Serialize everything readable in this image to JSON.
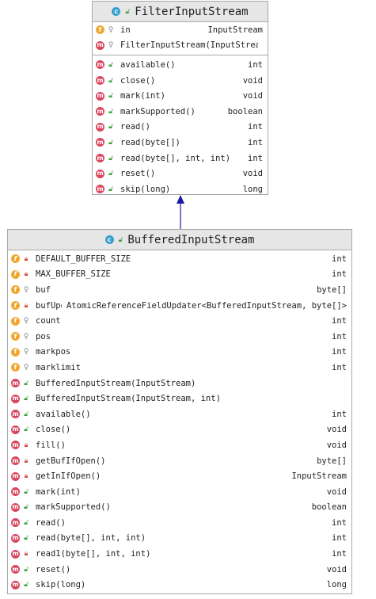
{
  "parent": {
    "name": "FilterInputStream",
    "fields": [
      {
        "icon": "f",
        "mod": "pkg",
        "name": "in",
        "type": "InputStream"
      }
    ],
    "constructors": [
      {
        "icon": "m",
        "mod": "pkg",
        "name": "FilterInputStream(InputStream)",
        "type": ""
      }
    ],
    "methods": [
      {
        "icon": "m",
        "mod": "pub",
        "name": "available()",
        "type": "int"
      },
      {
        "icon": "m",
        "mod": "pub",
        "name": "close()",
        "type": "void"
      },
      {
        "icon": "m",
        "mod": "pub",
        "name": "mark(int)",
        "type": "void"
      },
      {
        "icon": "m",
        "mod": "pub",
        "name": "markSupported()",
        "type": "boolean"
      },
      {
        "icon": "m",
        "mod": "pub",
        "name": "read()",
        "type": "int"
      },
      {
        "icon": "m",
        "mod": "pub",
        "name": "read(byte[])",
        "type": "int"
      },
      {
        "icon": "m",
        "mod": "pub",
        "name": "read(byte[], int, int)",
        "type": "int"
      },
      {
        "icon": "m",
        "mod": "pub",
        "name": "reset()",
        "type": "void"
      },
      {
        "icon": "m",
        "mod": "pub",
        "name": "skip(long)",
        "type": "long"
      }
    ]
  },
  "child": {
    "name": "BufferedInputStream",
    "members": [
      {
        "icon": "fs",
        "mod": "priv",
        "name": "DEFAULT_BUFFER_SIZE",
        "type": "int"
      },
      {
        "icon": "fs",
        "mod": "priv",
        "name": "MAX_BUFFER_SIZE",
        "type": "int"
      },
      {
        "icon": "f",
        "mod": "pkg",
        "name": "buf",
        "type": "byte[]"
      },
      {
        "icon": "fs",
        "mod": "priv",
        "name": "bufUpdater",
        "type": "AtomicReferenceFieldUpdater<BufferedInputStream, byte[]>"
      },
      {
        "icon": "f",
        "mod": "pkg",
        "name": "count",
        "type": "int"
      },
      {
        "icon": "f",
        "mod": "pkg",
        "name": "pos",
        "type": "int"
      },
      {
        "icon": "f",
        "mod": "pkg",
        "name": "markpos",
        "type": "int"
      },
      {
        "icon": "f",
        "mod": "pkg",
        "name": "marklimit",
        "type": "int"
      },
      {
        "icon": "m",
        "mod": "pub",
        "name": "BufferedInputStream(InputStream)",
        "type": ""
      },
      {
        "icon": "m",
        "mod": "pub",
        "name": "BufferedInputStream(InputStream, int)",
        "type": ""
      },
      {
        "icon": "m",
        "mod": "pub",
        "name": "available()",
        "type": "int"
      },
      {
        "icon": "m",
        "mod": "pub",
        "name": "close()",
        "type": "void"
      },
      {
        "icon": "m",
        "mod": "priv",
        "name": "fill()",
        "type": "void"
      },
      {
        "icon": "m",
        "mod": "priv",
        "name": "getBufIfOpen()",
        "type": "byte[]"
      },
      {
        "icon": "m",
        "mod": "priv",
        "name": "getInIfOpen()",
        "type": "InputStream"
      },
      {
        "icon": "m",
        "mod": "pub",
        "name": "mark(int)",
        "type": "void"
      },
      {
        "icon": "m",
        "mod": "pub",
        "name": "markSupported()",
        "type": "boolean"
      },
      {
        "icon": "m",
        "mod": "pub",
        "name": "read()",
        "type": "int"
      },
      {
        "icon": "m",
        "mod": "pub",
        "name": "read(byte[], int, int)",
        "type": "int"
      },
      {
        "icon": "m",
        "mod": "priv",
        "name": "read1(byte[], int, int)",
        "type": "int"
      },
      {
        "icon": "m",
        "mod": "pub",
        "name": "reset()",
        "type": "void"
      },
      {
        "icon": "m",
        "mod": "pub",
        "name": "skip(long)",
        "type": "long"
      }
    ]
  },
  "colors": {
    "field_icon": "#f0a830",
    "method_icon": "#d9465e",
    "class_icon": "#3a9fcf",
    "header_bg": "#e6e6e6",
    "arrow": "#1a1aa0"
  }
}
